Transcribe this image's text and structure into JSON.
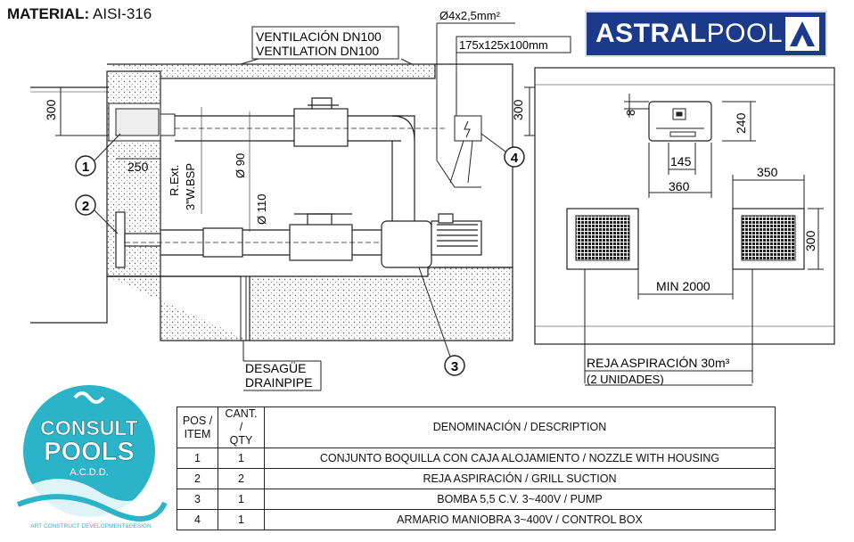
{
  "header": {
    "material_label": "MATERIAL:",
    "material_value": "AISI-316"
  },
  "brand": {
    "name_bold": "ASTRAL",
    "name_light": "POOL",
    "color": "#1b3a8a"
  },
  "drawing": {
    "ventilation_es": "VENTILACIÓN DN100",
    "ventilation_en": "VENTILATION DN100",
    "cable": "Ø4x2,5mm²",
    "box_size": "175x125x100mm",
    "dim_300_left": "300",
    "dim_250": "250",
    "thread_1": "R.Ext.",
    "thread_2": "3\"W.BSP",
    "dia_90": "Ø 90",
    "dia_110": "Ø 110",
    "drain_es": "DESAGÜE",
    "drain_en": "DRAINPIPE",
    "callouts": [
      "1",
      "2",
      "3",
      "4"
    ]
  },
  "elevation": {
    "dim_300_top": "300",
    "dim_8": "8",
    "dim_240": "240",
    "dim_145": "145",
    "dim_360": "360",
    "dim_350": "350",
    "dim_300_grill": "300",
    "min_spacing": "MIN 2000",
    "grill_es": "REJA ASPIRACIÓN 30m³",
    "grill_units": "(2 UNIDADES)"
  },
  "table": {
    "headers": {
      "pos_1": "POS /",
      "pos_2": "ITEM",
      "qty_1": "CANT. /",
      "qty_2": "QTY",
      "desc": "DENOMINACIÓN / DESCRIPTION"
    },
    "rows": [
      {
        "pos": "1",
        "qty": "1",
        "desc": "CONJUNTO BOQUILLA CON CAJA ALOJAMIENTO / NOZZLE WITH HOUSING"
      },
      {
        "pos": "2",
        "qty": "2",
        "desc": "REJA ASPIRACIÓN / GRILL SUCTION"
      },
      {
        "pos": "3",
        "qty": "1",
        "desc": "BOMBA 5,5 C.V. 3~400V / PUMP"
      },
      {
        "pos": "4",
        "qty": "1",
        "desc": "ARMARIO MANIOBRA 3~400V  / CONTROL BOX"
      }
    ]
  },
  "consult": {
    "line1": "CONSULT",
    "line2": "POOLS",
    "line3": "A.C.D.D.",
    "tagline": "ART CONSTRUCT DEVELOPMENT&DESIGN",
    "color": "#2bb3c9"
  }
}
